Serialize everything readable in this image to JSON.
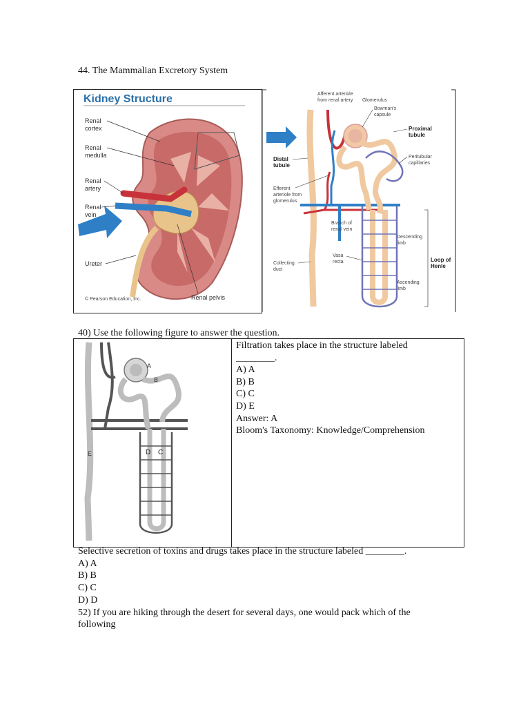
{
  "heading": "44. The Mammalian Excretory System",
  "kidney_figure": {
    "title": "Kidney Structure",
    "labels": {
      "cortex_1": "Renal",
      "cortex_2": "cortex",
      "medulla_1": "Renal",
      "medulla_2": "medulla",
      "artery_1": "Renal",
      "artery_2": "artery",
      "vein_1": "Renal",
      "vein_2": "vein",
      "ureter": "Ureter",
      "pelvis": "Renal pelvis",
      "credit": "© Pearson Education, Inc."
    }
  },
  "nephron_figure": {
    "labels": {
      "afferent_1": "Afferent arteriole",
      "afferent_2": "from renal artery",
      "glomerulus": "Glomerulus",
      "bowmans_1": "Bowman's",
      "bowmans_2": "capsule",
      "proximal_1": "Proximal",
      "proximal_2": "tubule",
      "peritubular_1": "Peritubular",
      "peritubular_2": "capillaries",
      "distal_1": "Distal",
      "distal_2": "tubule",
      "efferent_1": "Efferent",
      "efferent_2": "arteriole from",
      "efferent_3": "glomerulus",
      "branch_1": "Branch of",
      "branch_2": "renal vein",
      "descending_1": "Descending",
      "descending_2": "limb",
      "loop_1": "Loop of",
      "loop_2": "Henle",
      "collecting_1": "Collecting",
      "collecting_2": "duct",
      "vasa_1": "Vasa",
      "vasa_2": "recta",
      "ascending_1": "Ascending",
      "ascending_2": "limb"
    }
  },
  "question40": {
    "intro": "40) Use the following figure to answer the question.",
    "stem_line1": "Filtration takes place in the structure labeled",
    "stem_line2": "________.",
    "options": [
      "A) A",
      "B) B",
      "C) C",
      "D) E"
    ],
    "answer": "Answer:  A",
    "bloom": "Bloom's Taxonomy:  Knowledge/Comprehension",
    "figure_letters": {
      "a": "A",
      "b": "B",
      "c": "C",
      "d": "D",
      "e": "E"
    }
  },
  "question_secretion": {
    "stem": "Selective secretion of toxins and drugs takes place in the structure labeled ________.",
    "options": [
      "A) A",
      "B) B",
      "C) C",
      "D) D"
    ]
  },
  "question52": {
    "line1": "52) If you are hiking through the desert for several days, one would pack which of the",
    "line2": "following"
  },
  "colors": {
    "artery_red": "#c8323a",
    "vein_blue": "#2f7fc6",
    "tubule_tan": "#f0c9a0",
    "kidney_pink": "#d98a86",
    "title_blue": "#2a6fa8",
    "capillary_purple": "#6f74b8"
  }
}
